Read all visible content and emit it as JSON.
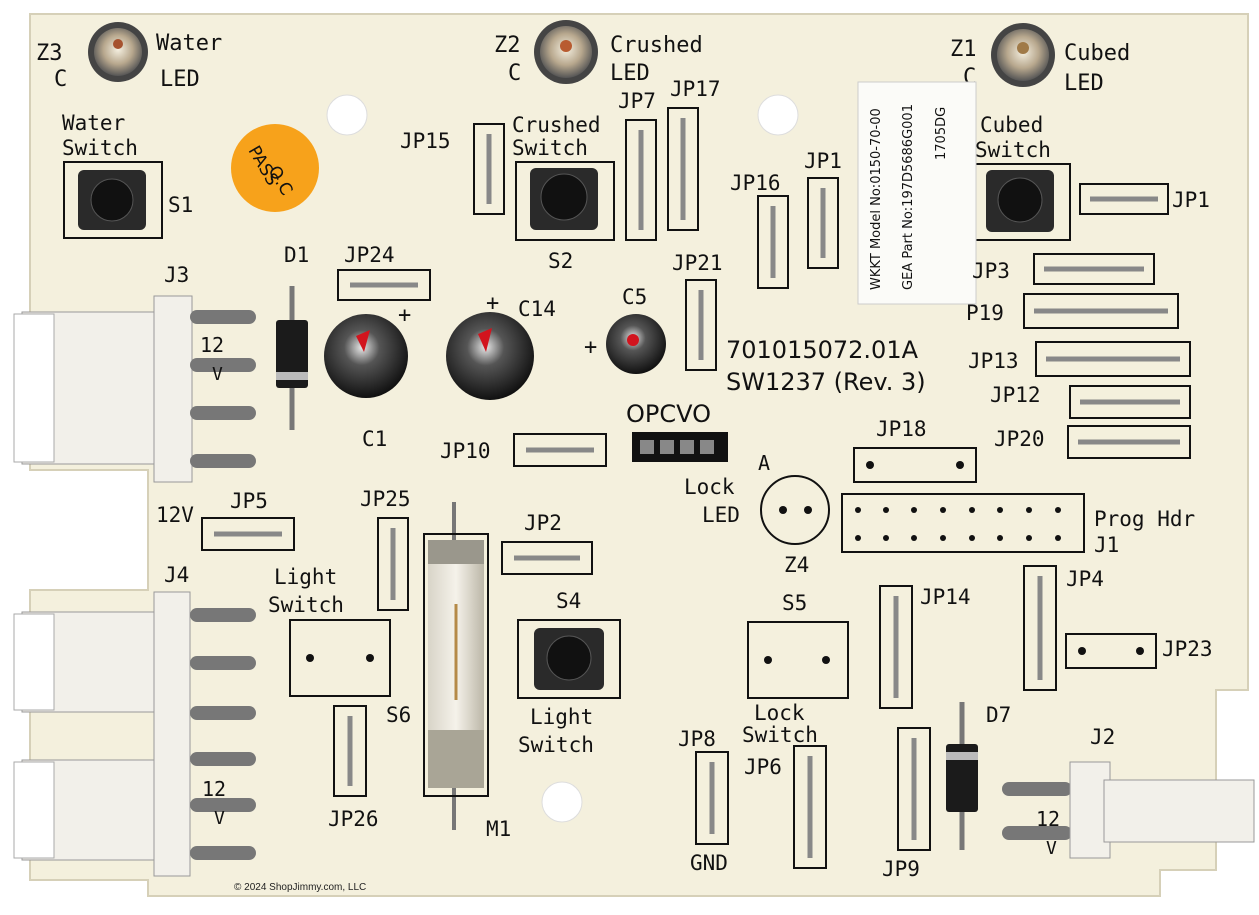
{
  "leds": [
    {
      "ref": "Z3",
      "pol": "C",
      "name1": "Water",
      "name2": "LED"
    },
    {
      "ref": "Z2",
      "pol": "C",
      "name1": "Crushed",
      "name2": "LED"
    },
    {
      "ref": "Z1",
      "pol": "C",
      "name1": "Cubed",
      "name2": "LED"
    }
  ],
  "switches": {
    "water": {
      "l1": "Water",
      "l2": "Switch",
      "ref": "S1"
    },
    "crushed": {
      "l1": "Crushed",
      "l2": "Switch",
      "ref": "S2"
    },
    "cubed": {
      "l1": "Cubed",
      "l2": "Switch"
    },
    "light": {
      "l1": "Light",
      "l2": "Switch",
      "ref": "S4"
    },
    "light_pads": {
      "l1": "Light",
      "l2": "Switch",
      "ref": "S6"
    },
    "lock": {
      "l1": "Lock",
      "l2": "Switch",
      "ref": "S5"
    }
  },
  "sticker": {
    "line1": "Q.C",
    "line2": "PASS"
  },
  "label": {
    "line1": "WKKT Model No:0150-70-00",
    "line2": "GEA Part No:197D5686G001",
    "line3": "1705DG"
  },
  "jumpers": {
    "jp15": "JP15",
    "jp7": "JP7",
    "jp17": "JP17",
    "jp16": "JP16",
    "jp1a": "JP1",
    "jp1b": "JP1",
    "jp3": "JP3",
    "p19": "P19",
    "jp13": "JP13",
    "jp12": "JP12",
    "jp20": "JP20",
    "jp18": "JP18",
    "jp24": "JP24",
    "jp21": "JP21",
    "jp10": "JP10",
    "jp5": "JP5",
    "jp25": "JP25",
    "jp2": "JP2",
    "jp26": "JP26",
    "jp14": "JP14",
    "jp4": "JP4",
    "jp23": "JP23",
    "jp8": "JP8",
    "gnd": "GND",
    "jp6": "JP6",
    "jp9": "JP9"
  },
  "components": {
    "d1": "D1",
    "d7": "D7",
    "c1": "C1",
    "c14": "C14",
    "plus_c14": "+",
    "c5": "C5",
    "plus_c5": "+",
    "plus_c1": "+",
    "m1": "M1",
    "z4": "Z4",
    "lock_led_a": "A",
    "lock_led_l1": "Lock",
    "lock_led_l2": "LED",
    "j1": "J1",
    "prog_hdr": "Prog Hdr"
  },
  "connectors": {
    "j3": "J3",
    "j3_pin1": "12",
    "j3_pin1b": "V",
    "j4": "J4",
    "j4_pin": "12",
    "j4_pinb": "V",
    "v12": "12V",
    "j2": "J2",
    "j2_pin": "12",
    "j2_pinb": "V"
  },
  "board_text": {
    "part_no": "701015072.01A",
    "sw": "SW1237 (Rev. 3)",
    "opcvo": "OPCVO"
  },
  "copyright": "© 2024 ShopJimmy.com, LLC",
  "colors": {
    "board": "#f4f0dd",
    "silk": "#111111",
    "sticker": "#f7a21b",
    "connector": "#f2f0ea"
  }
}
